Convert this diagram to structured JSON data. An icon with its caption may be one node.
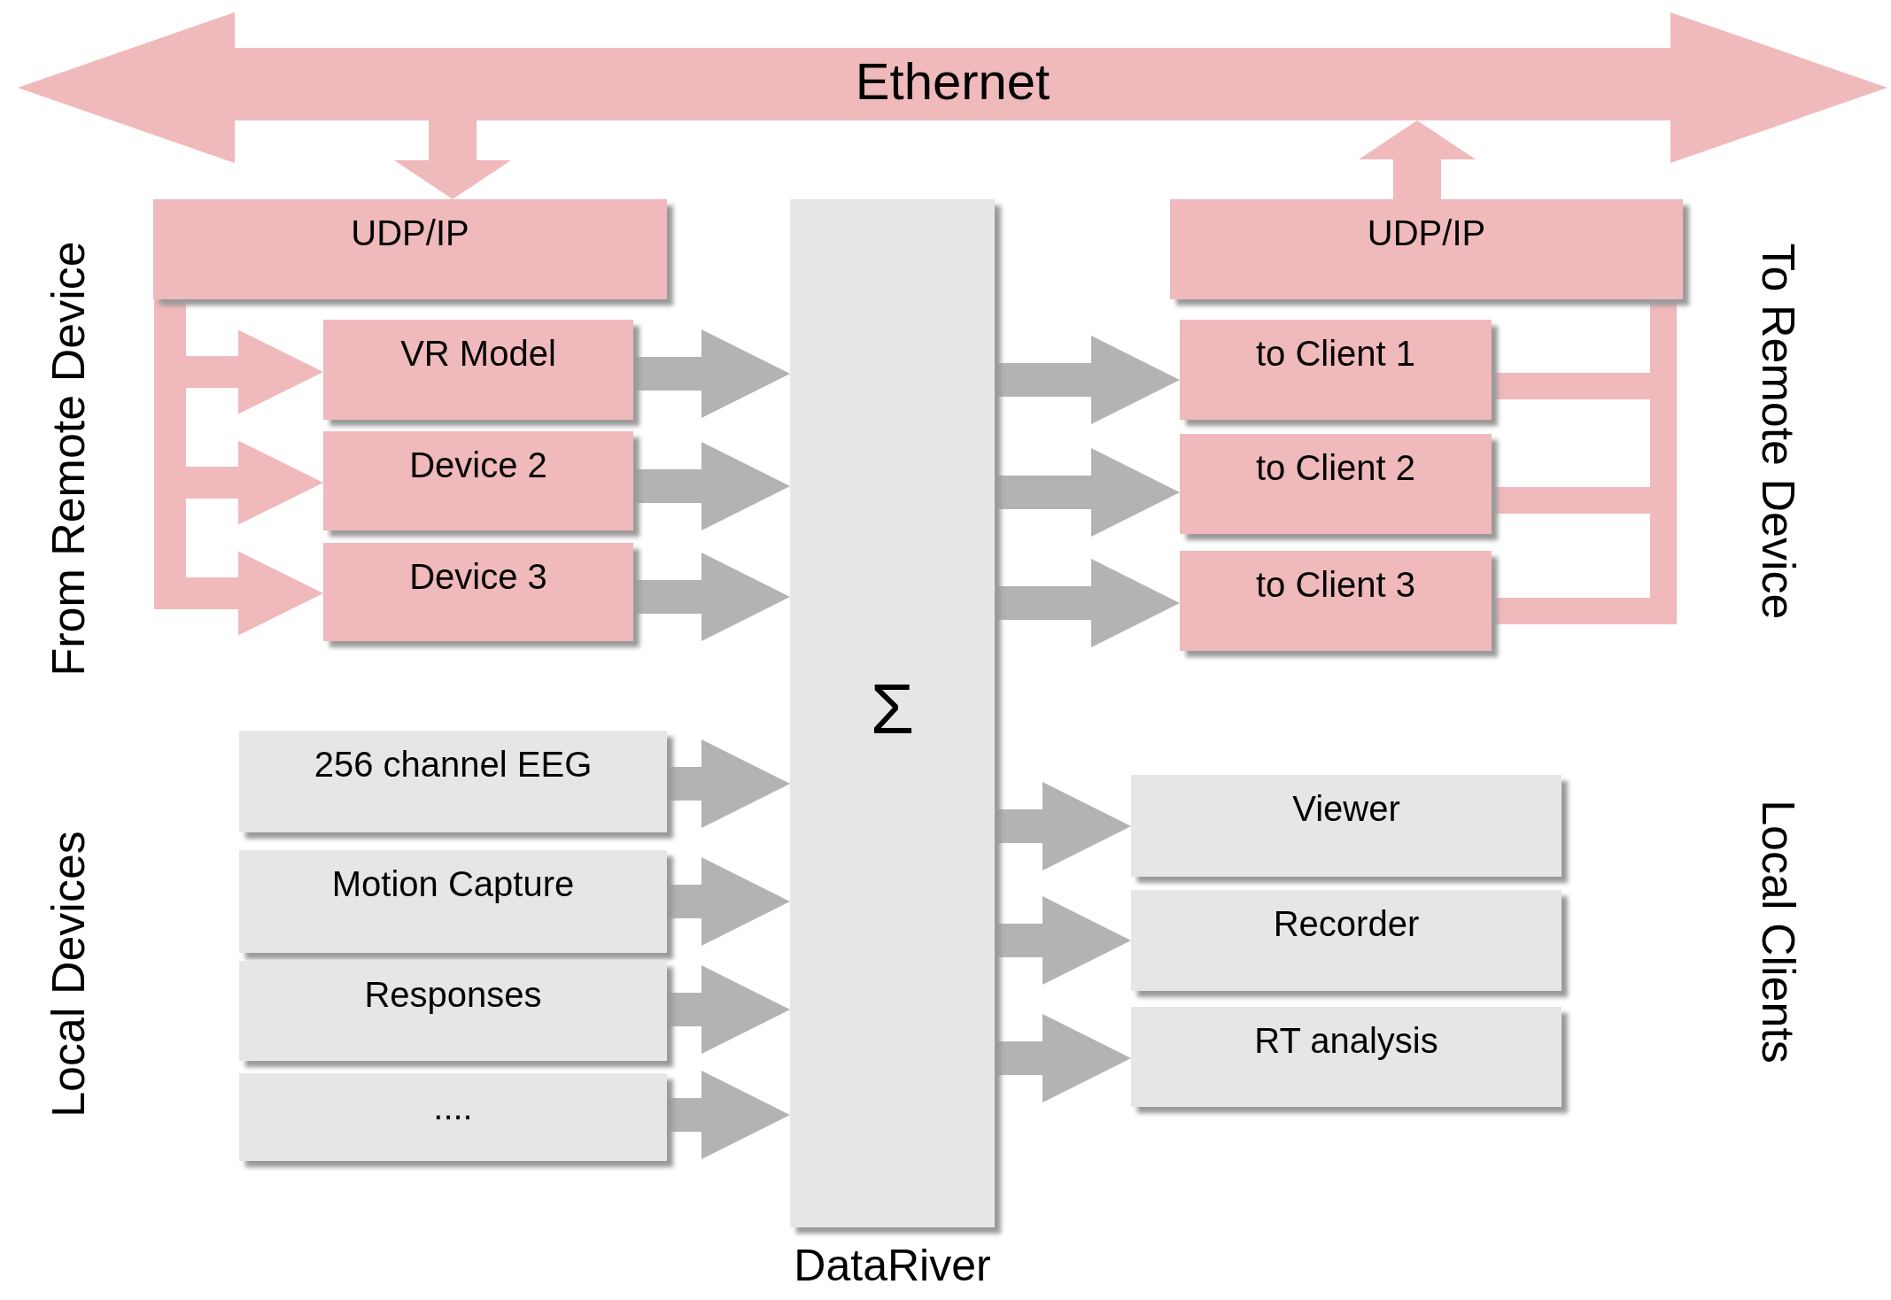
{
  "diagram": {
    "nodes": [
      {
        "text": [
          "Ethernet"
        ]
      },
      {
        "text": [
          "UDP/IP"
        ]
      },
      {
        "text": [
          "VR Model"
        ]
      },
      {
        "text": [
          "Device 2"
        ]
      },
      {
        "text": [
          "Device 3"
        ]
      },
      {
        "text": [
          "Σ",
          "DataRiver"
        ]
      },
      {
        "text": [
          "UDP/IP"
        ]
      },
      {
        "text": [
          "to Client 1"
        ]
      },
      {
        "text": [
          "to Client 2"
        ]
      },
      {
        "text": [
          "to Client 3"
        ]
      },
      {
        "text": [
          "256 channel EEG"
        ]
      },
      {
        "text": [
          "Motion Capture"
        ]
      },
      {
        "text": [
          "Responses"
        ]
      },
      {
        "text": [
          "...."
        ]
      },
      {
        "text": [
          "Viewer"
        ]
      },
      {
        "text": [
          "Recorder"
        ]
      },
      {
        "text": [
          "RT analysis"
        ]
      }
    ],
    "edges": [
      {
        "from": 0,
        "to": 1,
        "arrow": "to",
        "color": "#f0b9bb"
      },
      {
        "from": 6,
        "to": 0,
        "arrow": "to",
        "color": "#f0b9bb"
      },
      {
        "from": 1,
        "to": 2,
        "arrow": "to",
        "color": "#f0b9bb"
      },
      {
        "from": 1,
        "to": 3,
        "arrow": "to",
        "color": "#f0b9bb"
      },
      {
        "from": 1,
        "to": 4,
        "arrow": "to",
        "color": "#f0b9bb"
      },
      {
        "from": 2,
        "to": 5,
        "arrow": "to"
      },
      {
        "from": 3,
        "to": 5,
        "arrow": "to"
      },
      {
        "from": 4,
        "to": 5,
        "arrow": "to"
      },
      {
        "from": 5,
        "to": 7,
        "arrow": "to"
      },
      {
        "from": 5,
        "to": 8,
        "arrow": "to"
      },
      {
        "from": 5,
        "to": 9,
        "arrow": "to"
      },
      {
        "from": 7,
        "to": 6,
        "arrow": "none",
        "color": "#f0b9bb"
      },
      {
        "from": 8,
        "to": 6,
        "arrow": "none",
        "color": "#f0b9bb"
      },
      {
        "from": 9,
        "to": 6,
        "arrow": "none",
        "color": "#f0b9bb"
      },
      {
        "from": 10,
        "to": 5,
        "arrow": "to"
      },
      {
        "from": 11,
        "to": 5,
        "arrow": "to"
      },
      {
        "from": 12,
        "to": 5,
        "arrow": "to"
      },
      {
        "from": 13,
        "to": 5,
        "arrow": "to"
      },
      {
        "from": 5,
        "to": 14,
        "arrow": "to"
      },
      {
        "from": 5,
        "to": 15,
        "arrow": "to"
      },
      {
        "from": 5,
        "to": 16,
        "arrow": "to"
      }
    ],
    "labels": [
      "From Remote Device",
      "Local Devices",
      "To Remote Device",
      "Local Clients"
    ]
  }
}
